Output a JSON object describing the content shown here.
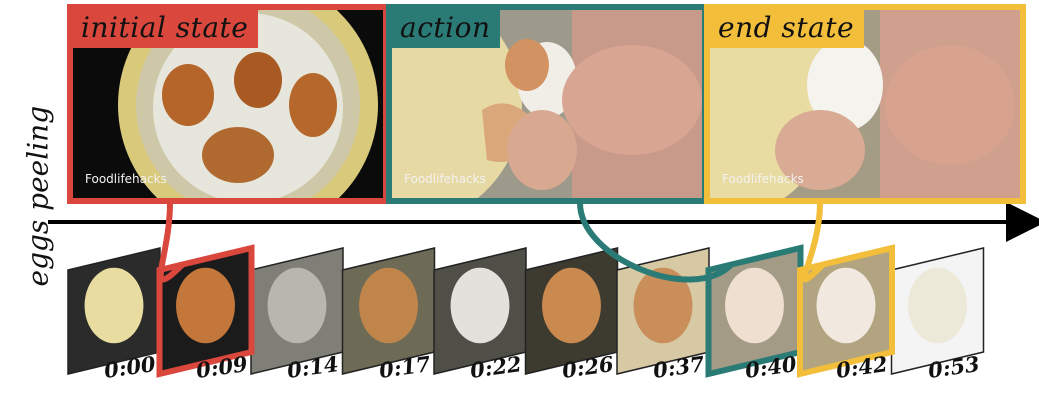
{
  "side_label": "eggs peeling",
  "states": [
    {
      "id": "initial",
      "label": "initial state",
      "color": "#d9473d",
      "watermark": "Foodlifehacks",
      "scene": "boiling-eggs-pot"
    },
    {
      "id": "action",
      "label": "action",
      "color": "#2a7b76",
      "watermark": "Foodlifehacks",
      "scene": "peeling-egg-hands"
    },
    {
      "id": "end",
      "label": "end state",
      "color": "#f3bf3a",
      "watermark": "Foodlifehacks",
      "scene": "peeled-egg-hands"
    }
  ],
  "frames": [
    {
      "time": "0:00",
      "scene": "pot-edge",
      "highlight": null
    },
    {
      "time": "0:09",
      "scene": "boiling-eggs-pot",
      "highlight": "initial"
    },
    {
      "time": "0:14",
      "scene": "sink-drain",
      "highlight": null
    },
    {
      "time": "0:17",
      "scene": "eggs-in-bowl",
      "highlight": null
    },
    {
      "time": "0:22",
      "scene": "hand-cloth",
      "highlight": null
    },
    {
      "time": "0:26",
      "scene": "cracked-eggs",
      "highlight": null
    },
    {
      "time": "0:37",
      "scene": "eggs-and-shells",
      "highlight": null
    },
    {
      "time": "0:40",
      "scene": "peeling-egg-hands",
      "highlight": "action"
    },
    {
      "time": "0:42",
      "scene": "peeled-egg-hands",
      "highlight": "end"
    },
    {
      "time": "0:53",
      "scene": "sliced-eggs-plate",
      "highlight": null
    }
  ],
  "colors": {
    "arrow": "#000000",
    "initial": "#d9473d",
    "action": "#2a7b76",
    "end": "#f3bf3a"
  }
}
